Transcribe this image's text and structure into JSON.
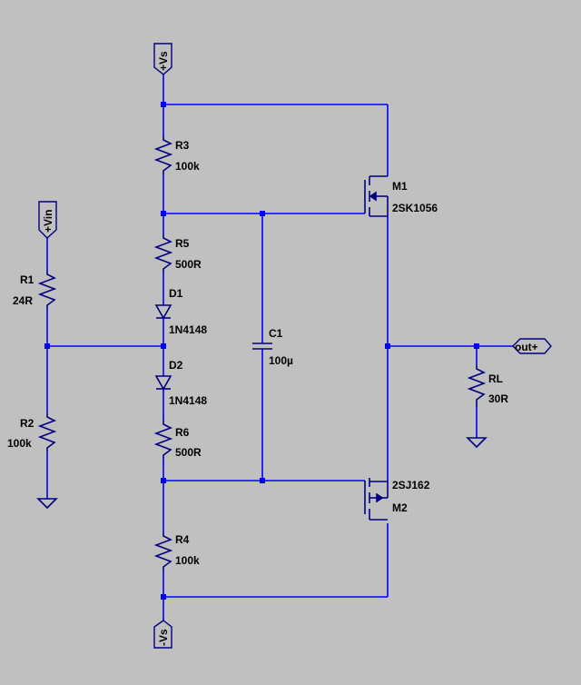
{
  "schematic": {
    "nets": {
      "vs_pos": "+Vs",
      "vs_neg": "-Vs",
      "vin": "+Vin",
      "out": "out+"
    },
    "components": {
      "R1": {
        "ref": "R1",
        "value": "24R"
      },
      "R2": {
        "ref": "R2",
        "value": "100k"
      },
      "R3": {
        "ref": "R3",
        "value": "100k"
      },
      "R4": {
        "ref": "R4",
        "value": "100k"
      },
      "R5": {
        "ref": "R5",
        "value": "500R"
      },
      "R6": {
        "ref": "R6",
        "value": "500R"
      },
      "RL": {
        "ref": "RL",
        "value": "30R"
      },
      "C1": {
        "ref": "C1",
        "value": "100µ"
      },
      "D1": {
        "ref": "D1",
        "value": "1N4148"
      },
      "D2": {
        "ref": "D2",
        "value": "1N4148"
      },
      "M1": {
        "ref": "M1",
        "value": "2SK1056"
      },
      "M2": {
        "ref": "M2",
        "value": "2SJ162"
      }
    },
    "colors": {
      "background": "#c0c0c0",
      "wire": "#0000ff",
      "component": "#000080",
      "text": "#000000"
    }
  }
}
